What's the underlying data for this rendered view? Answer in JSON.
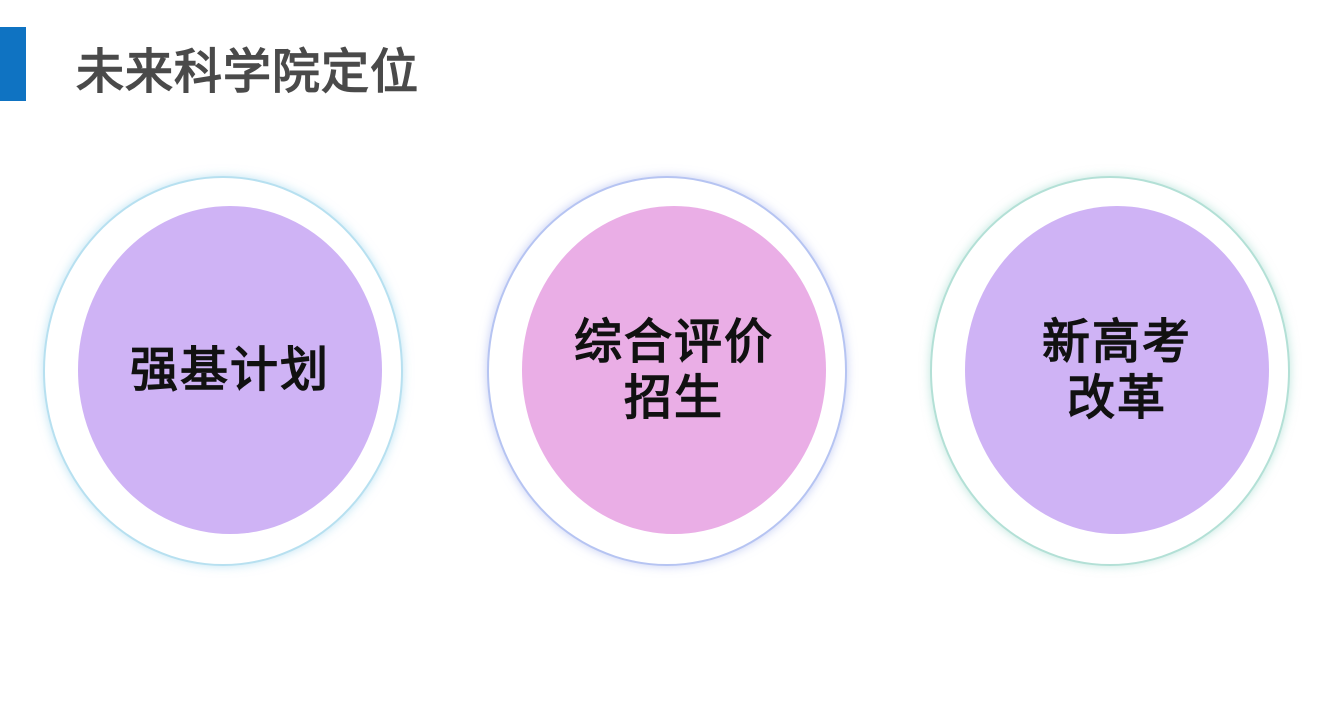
{
  "header": {
    "title": "未来科学院定位"
  },
  "colors": {
    "accent_bar": "#0f73c2",
    "title_text": "#4a4a4a",
    "circle_lilac": "#cfb3f5",
    "circle_pink": "#eaaee6",
    "ring_blue": "#b7e0f0",
    "ring_periwinkle": "#b6c4f2",
    "ring_mint": "#b3e0d6"
  },
  "cards": [
    {
      "label": "强基计划"
    },
    {
      "label": "综合评价\n招生"
    },
    {
      "label": "新高考\n改革"
    }
  ]
}
